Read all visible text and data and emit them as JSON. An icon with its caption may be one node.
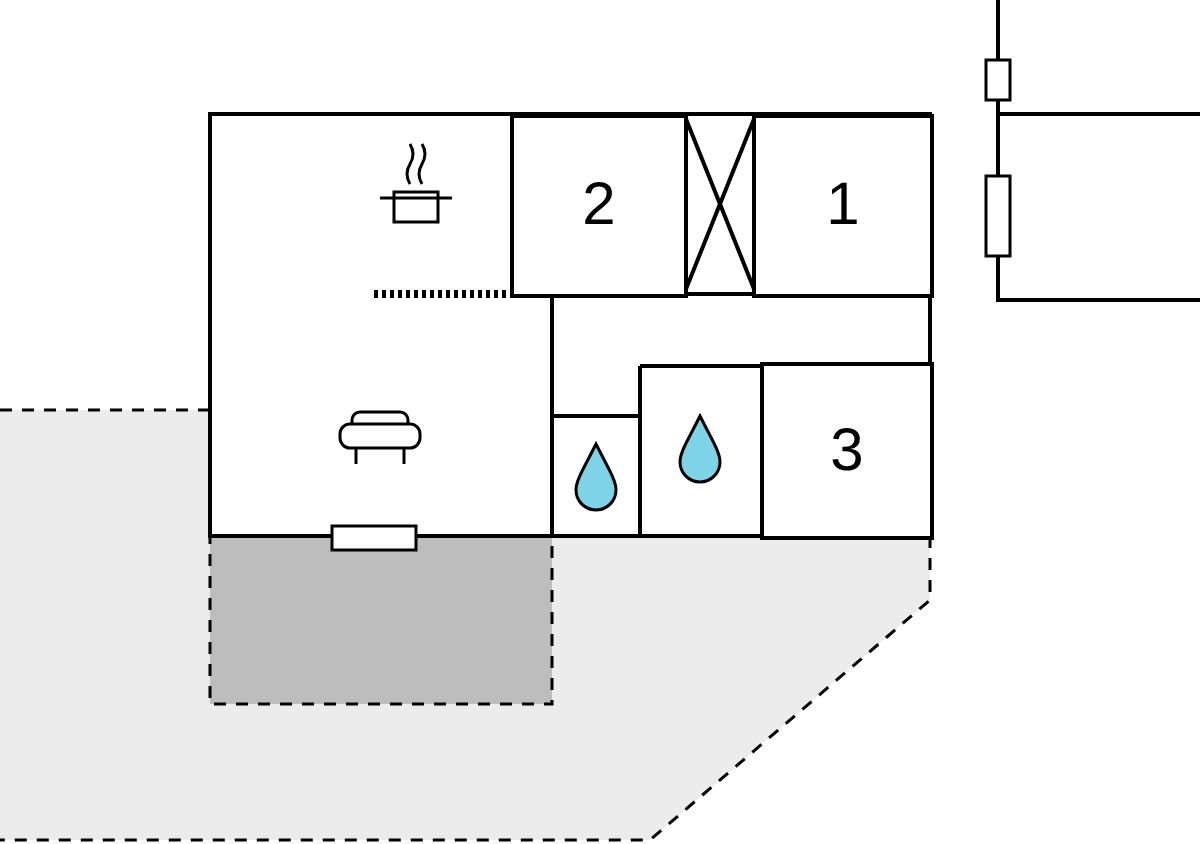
{
  "diagram": {
    "nodes": [
      {
        "text": [
          "2"
        ]
      },
      {
        "text": [
          "1"
        ]
      },
      {
        "text": [
          "3"
        ]
      }
    ]
  }
}
